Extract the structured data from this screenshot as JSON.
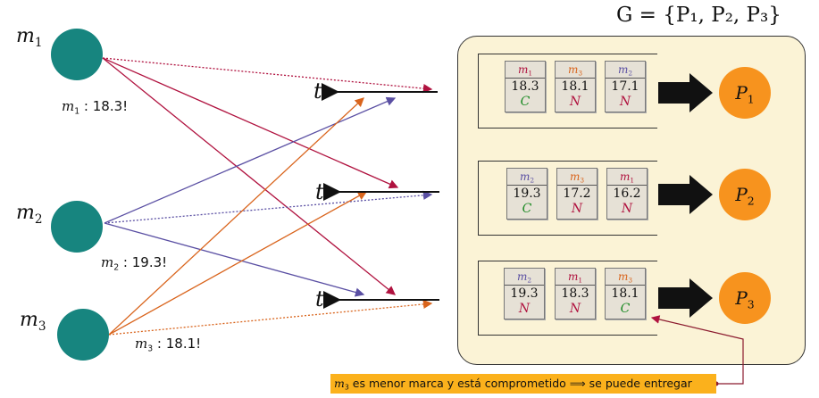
{
  "title": "G = {P₁, P₂, P₃}",
  "colors": {
    "node": "#17857f",
    "panel_bg": "#fbf3d6",
    "card_bg": "#e6e1d6",
    "process": "#f7931e",
    "m1_line": "#b0123f",
    "m2_line": "#5a4fa3",
    "m3_line": "#d9641c",
    "committed": "#1c8a24",
    "not_committed": "#b0123f",
    "note_bg": "#fbb11c"
  },
  "left_nodes": [
    {
      "label": "m",
      "sub": "1",
      "timestamp": "18.3!"
    },
    {
      "label": "m",
      "sub": "2",
      "timestamp": "19.3!"
    },
    {
      "label": "m",
      "sub": "3",
      "timestamp": "18.1!"
    }
  ],
  "t_label": "t",
  "queues": [
    {
      "process": {
        "label": "P",
        "sub": "1"
      },
      "cards": [
        {
          "id": "m",
          "sub": "1",
          "value": "18.3",
          "status": "C"
        },
        {
          "id": "m",
          "sub": "3",
          "value": "18.1",
          "status": "N"
        },
        {
          "id": "m",
          "sub": "2",
          "value": "17.1",
          "status": "N"
        }
      ]
    },
    {
      "process": {
        "label": "P",
        "sub": "2"
      },
      "cards": [
        {
          "id": "m",
          "sub": "2",
          "value": "19.3",
          "status": "C"
        },
        {
          "id": "m",
          "sub": "3",
          "value": "17.2",
          "status": "N"
        },
        {
          "id": "m",
          "sub": "1",
          "value": "16.2",
          "status": "N"
        }
      ]
    },
    {
      "process": {
        "label": "P",
        "sub": "3"
      },
      "cards": [
        {
          "id": "m",
          "sub": "2",
          "value": "19.3",
          "status": "N"
        },
        {
          "id": "m",
          "sub": "1",
          "value": "18.3",
          "status": "N"
        },
        {
          "id": "m",
          "sub": "3",
          "value": "18.1",
          "status": "C"
        }
      ]
    }
  ],
  "note": {
    "m_label": "m",
    "m_sub": "3",
    "text": " es menor marca y está comprometido ⟹ se puede entregar"
  }
}
